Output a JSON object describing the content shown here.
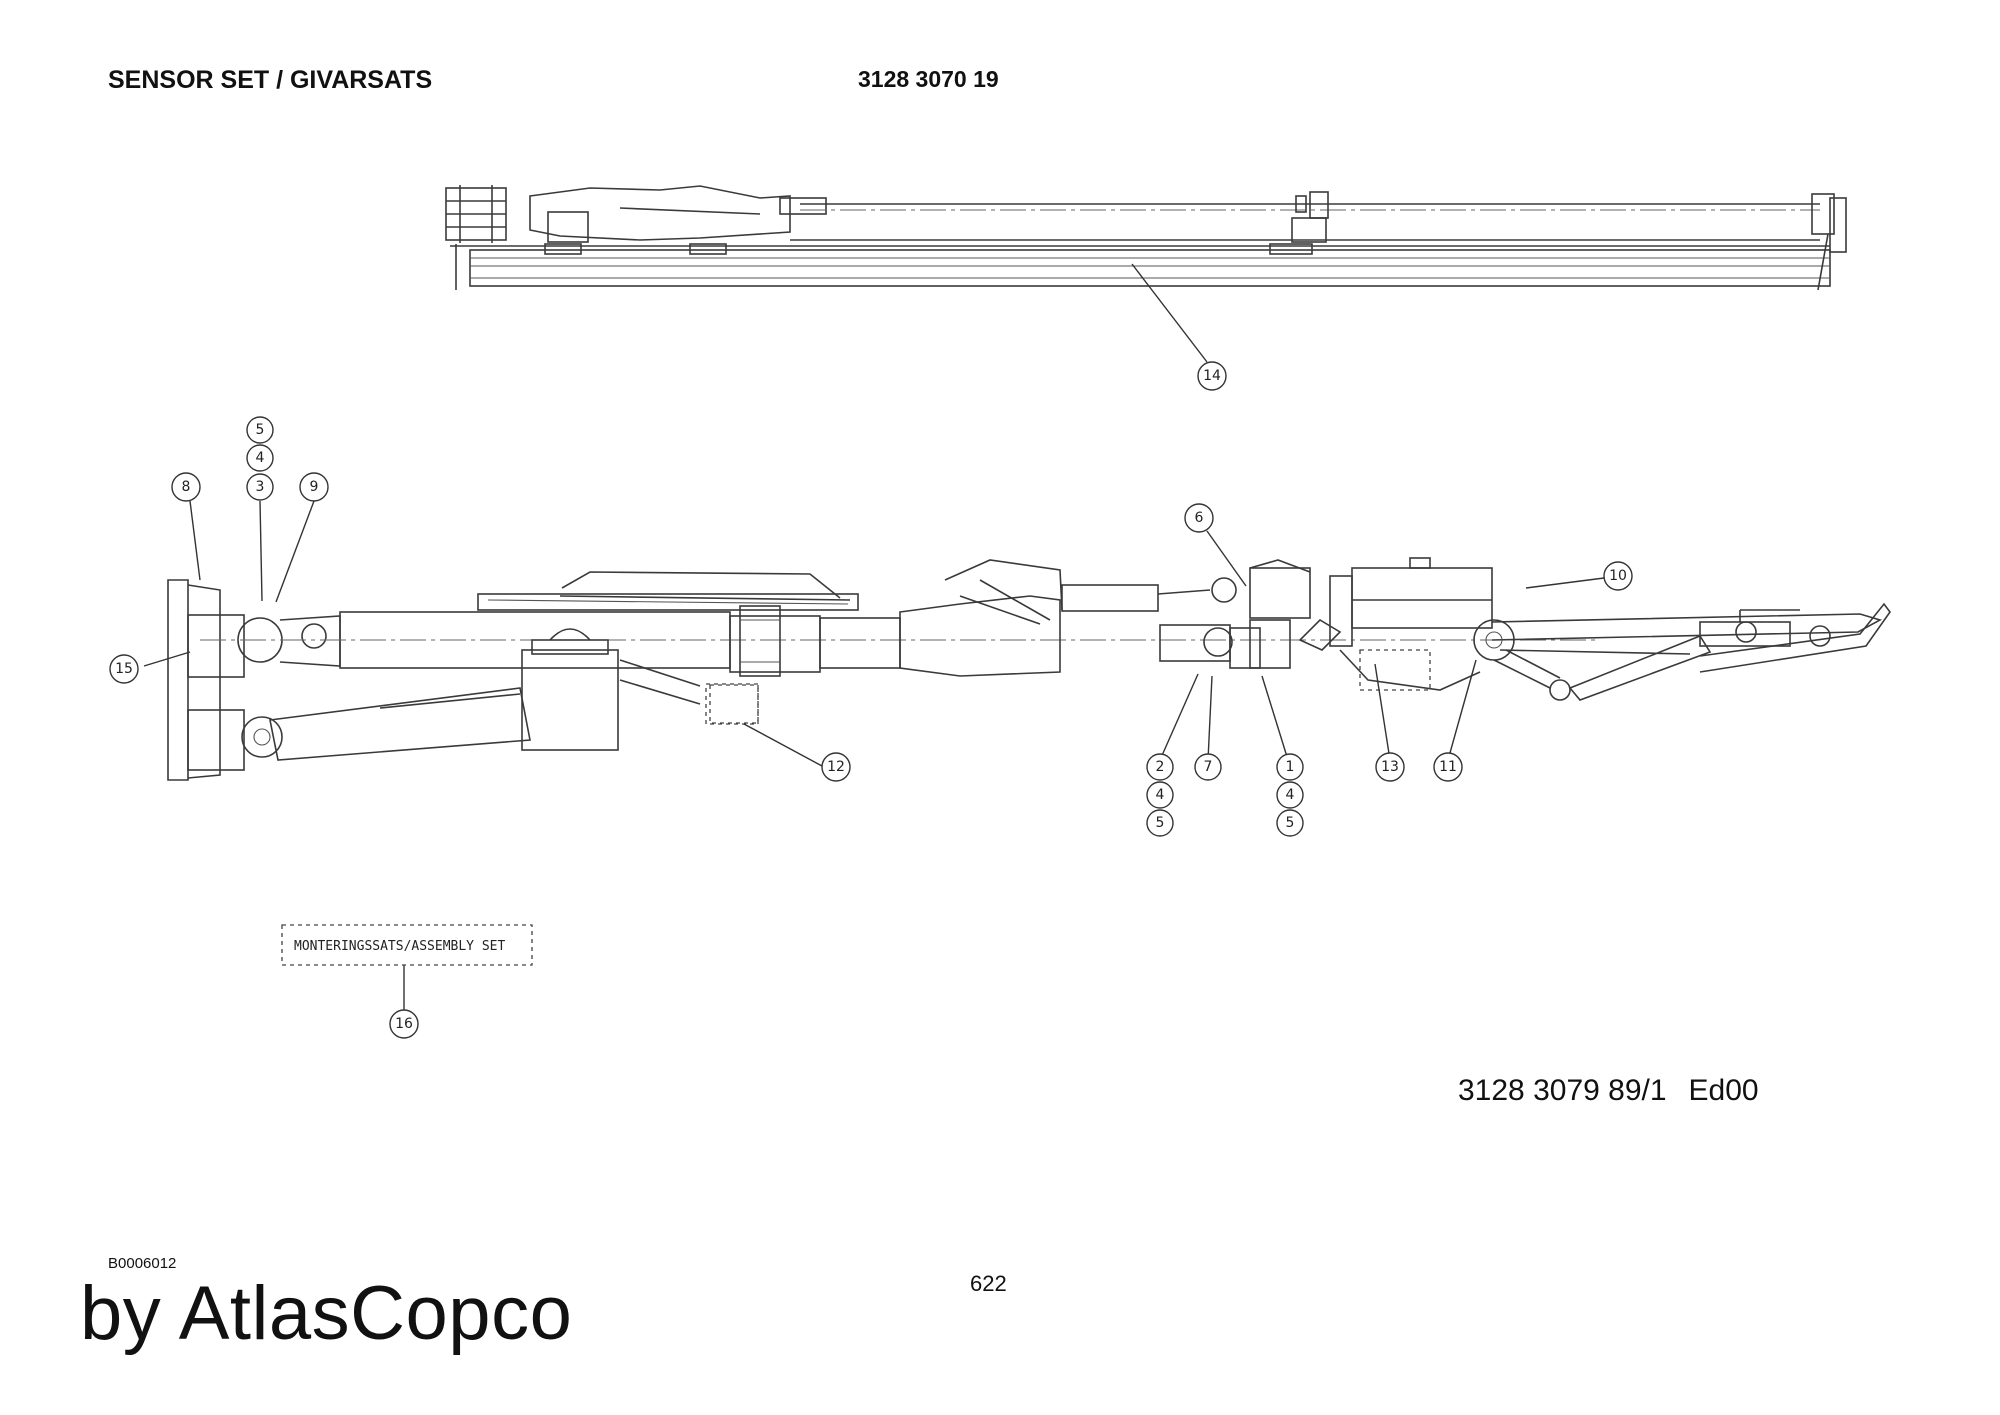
{
  "header": {
    "title": "SENSOR SET / GIVARSATS",
    "part_number": "3128 3070 19"
  },
  "diagram": {
    "drawing_number": "3128 3079 89/1",
    "edition": "Ed00",
    "assembly_set_label": "MONTERINGSSATS/ASSEMBLY SET",
    "balloons": {
      "b1": "1",
      "b2": "2",
      "b3": "3",
      "b4": "4",
      "b5": "5",
      "b6": "6",
      "b7": "7",
      "b8": "8",
      "b9": "9",
      "b10": "10",
      "b11": "11",
      "b12": "12",
      "b13": "13",
      "b14": "14",
      "b15": "15",
      "b16": "16"
    }
  },
  "footer": {
    "image_id": "B0006012",
    "page_number": "622",
    "brand": "by AtlasCopco"
  }
}
